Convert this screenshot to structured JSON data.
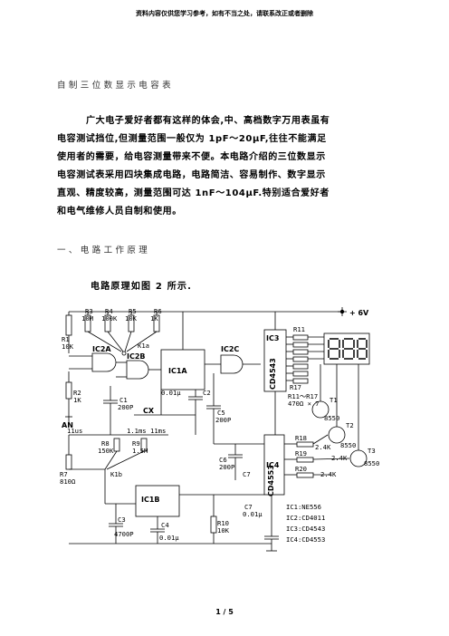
{
  "header_note": "资料内容仅供您学习参考，如有不当之处，请联系改正或者删除",
  "doc_title": "自制三位数显示电容表",
  "intro_lines": [
    "广大电子爱好者都有这样的体会,中、高档数字万用表虽有",
    "电容测试挡位,但测量范围一般仅为 1pF～20μF,往往不能满足",
    "使用者的需要，给电容测量带来不便。本电路介绍的三位数显示",
    "电容测试表采用四块集成电路，电路简洁、容易制作、数字显示",
    "直观、精度较高，测量范围可达 1nF～104μF.特别适合爱好者",
    "和电气维修人员自制和使用。"
  ],
  "section1_heading": "一、电路工作原理",
  "figure_caption": "电路原理如图 2 所示.",
  "circuit": {
    "labels": {
      "r3": "R3",
      "r3v": "10M",
      "r4": "R4",
      "r4v": "100K",
      "r5": "R5",
      "r5v": "10K",
      "r6": "R6",
      "r6v": "1K",
      "r1": "R1",
      "r1v": "10K",
      "k1a": "K1a",
      "ic2a": "IC2A",
      "ic2b": "IC2B",
      "ic1a": "IC1A",
      "ic2c": "IC2C",
      "r2": "R2",
      "r2v": "1K",
      "c1": "C1",
      "c1v": "200P",
      "an": "AN",
      "cx": "CX",
      "c2v": "0.01μ",
      "c2": "C2",
      "c5": "C5",
      "c5v": "200P",
      "ic3": "IC3",
      "ic3p": "CD4543",
      "r11": "R11",
      "r17": "R17",
      "r1117": "R11～R17",
      "r1117v": "470Ω × 7",
      "t1": "T1",
      "t1v": "8550",
      "t2": "T2",
      "t2v": "8550",
      "t3": "T3",
      "t3v": "8550",
      "plus6v": "+ 6V",
      "r8": "R8",
      "r8v": "150K",
      "r9": "R9",
      "r9v": "1.5M",
      "r7": "R7",
      "r7v": "810Ω",
      "k1b": "K1b",
      "c6": "C6",
      "c6v": "200P",
      "c7a": "C7",
      "ic4": "IC4",
      "ic4p": "CD4553",
      "r18": "R18",
      "r18v": "2.4K",
      "r19": "R19",
      "r19v": "2.4K",
      "r20": "R20",
      "r20v": "2.4K",
      "ic1b": "IC1B",
      "c3": "C3",
      "c3v": "4700P",
      "c4": "C4",
      "c4v": "0.01μ",
      "r10": "R10",
      "r10v": "10K",
      "c7": "C7",
      "c7v": "0.01μ",
      "rng1": "11us",
      "rng2": "1.1ms",
      "rng3": "11ms",
      "legend": [
        "IC1:NE556",
        "IC2:CD4011",
        "IC3:CD4543",
        "IC4:CD4553"
      ]
    }
  },
  "footer": "1 / 5"
}
